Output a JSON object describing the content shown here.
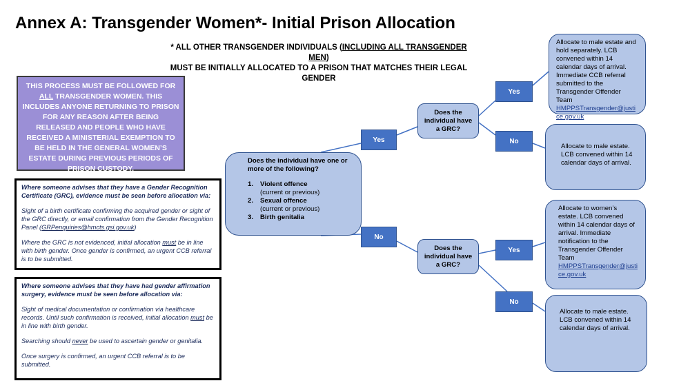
{
  "title": "Annex A: Transgender Women*- Initial Prison Allocation",
  "subtitle": {
    "line1_pre": "* ALL OTHER TRANSGENDER INDIVIDUALS (",
    "line1_underlined": "INCLUDING ALL TRANSGENDER MEN",
    "line1_post": ")",
    "line2": "MUST BE INITIALLY ALLOCATED TO A PRISON THAT MATCHES THEIR LEGAL GENDER"
  },
  "process_box": {
    "pre": "THIS PROCESS MUST BE FOLLOWED FOR ",
    "underlined": "ALL",
    "post": " TRANSGENDER WOMEN. THIS INCLUDES ANYONE RETURNING TO PRISON FOR ANY REASON AFTER BEING RELEASED AND PEOPLE WHO HAVE RECEIVED A MINISTERIAL EXEMPTION TO BE HELD IN THE GENERAL WOMEN’S ESTATE DURING PREVIOUS PERIODS OF PRISON CUSTODY."
  },
  "note_grc": {
    "lead": "Where someone advises that they have a Gender Recognition Certificate (GRC), evidence must be seen before allocation via:",
    "para1_pre": "Sight of a birth certificate confirming the acquired gender or sight of the GRC directly, or email confirmation from the Gender Recognition Panel (",
    "para1_email": "GRPenquiries@hmcts.gsi.gov.uk",
    "para1_post": ")",
    "para2_pre": "Where the GRC is not evidenced, initial allocation ",
    "para2_underlined": "must",
    "para2_post": " be in line with birth gender. Once gender is confirmed, an urgent CCB referral is to be submitted."
  },
  "note_surgery": {
    "lead": "Where someone advises that they have had gender affirmation surgery, evidence must be seen before allocation via:",
    "para1_pre": "Sight of medical documentation or confirmation via healthcare records. Until such confirmation is received, initial allocation ",
    "para1_underlined": "must",
    "para1_post": " be in line with birth gender.",
    "para2_pre": "Searching should ",
    "para2_underlined": "never",
    "para2_post": " be used to ascertain gender or genitalia.",
    "para3": "Once surgery is confirmed, an urgent CCB referral is to be submitted."
  },
  "question_main": {
    "heading": "Does the individual have one or more of the following?",
    "items": [
      {
        "num": "1.",
        "label": "Violent offence",
        "sub": "(current or previous)"
      },
      {
        "num": "2.",
        "label": "Sexual offence",
        "sub": "(current or previous)"
      },
      {
        "num": "3.",
        "label": "Birth genitalia",
        "sub": ""
      }
    ]
  },
  "labels": {
    "yes": "Yes",
    "no": "No"
  },
  "grc_question": "Does the individual have a GRC?",
  "outcomes": {
    "out1_text": "Allocate to male estate and hold separately. LCB convened within 14 calendar days of arrival. Immediate CCB referral submitted to the Transgender Offender Team",
    "out1_email": "HMPPSTransgender@justice.gov.uk",
    "out2_text": "Allocate to male estate. LCB convened within 14 calendar days of arrival.",
    "out3_text": "Allocate to women’s estate. LCB convened within 14 calendar days of arrival. Immediate notification to the Transgender Offender Team",
    "out3_email": "HMPPSTransgender@justice.gov.uk",
    "out4_text": "Allocate to male estate. LCB convened within 14 calendar days of arrival."
  },
  "colors": {
    "process_fill": "#9b8fd6",
    "node_fill": "#b4c6e7",
    "label_fill": "#4472c4",
    "border": "#2f528f"
  }
}
